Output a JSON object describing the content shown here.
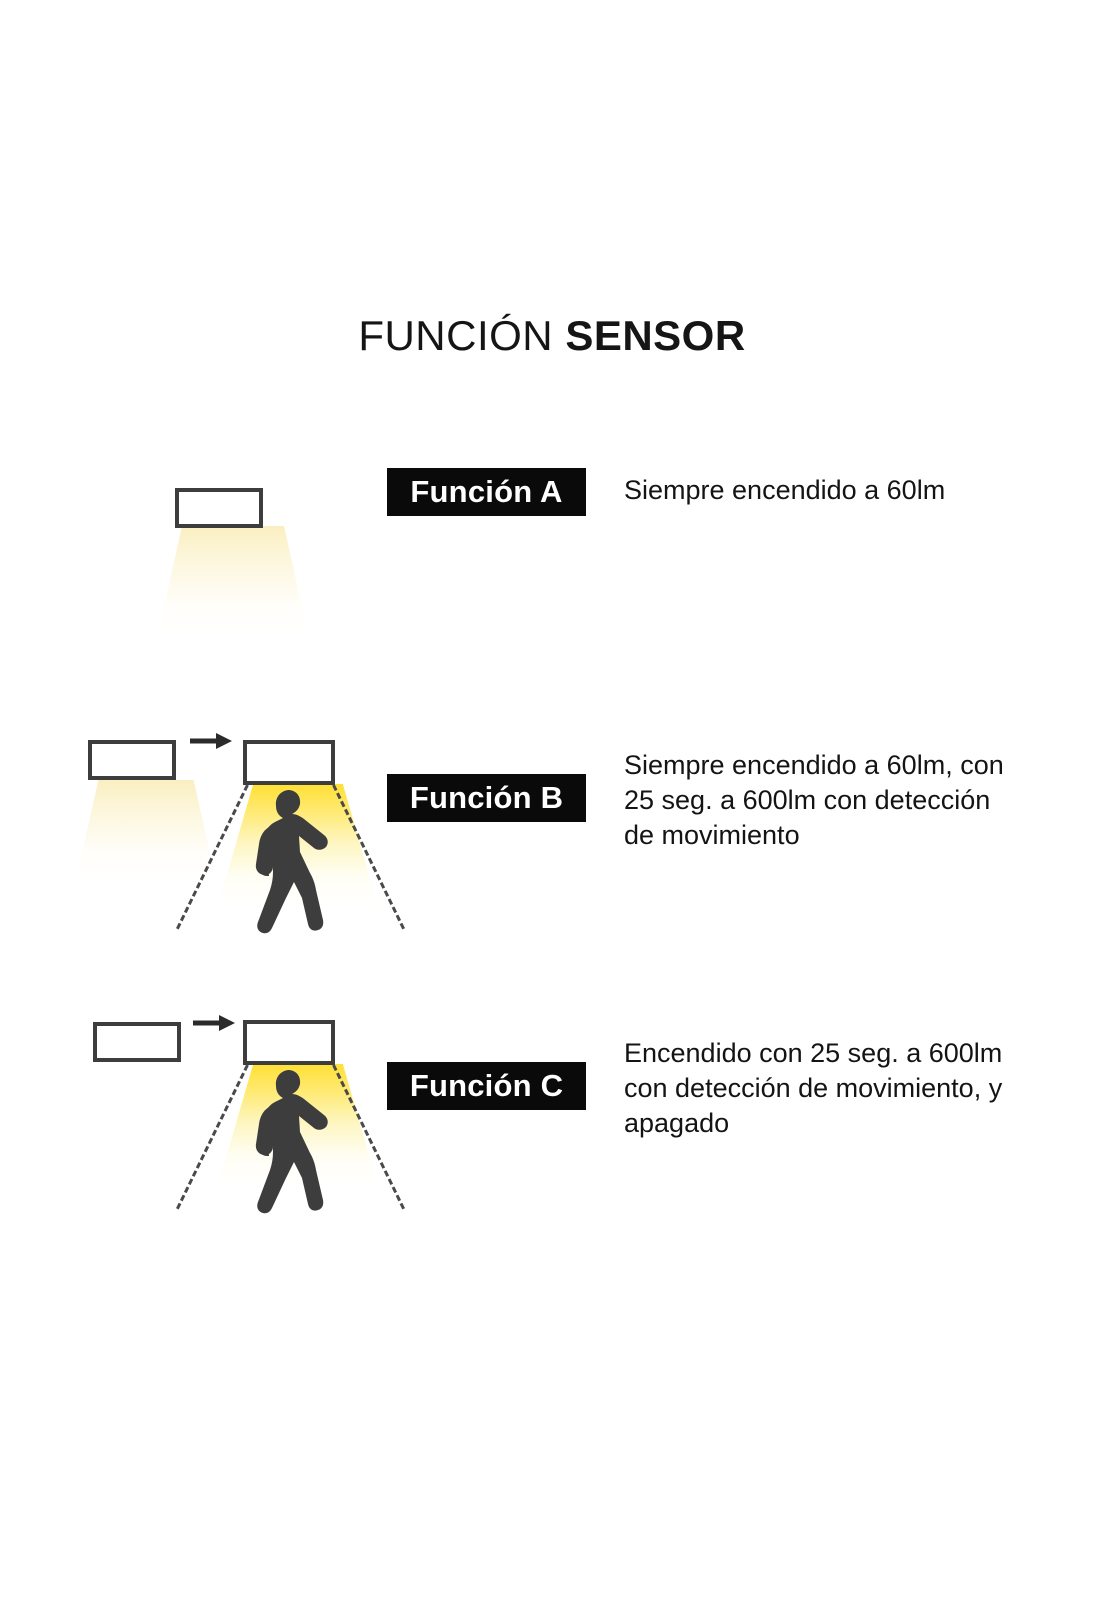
{
  "title": {
    "light_part": "FUNCIÓN ",
    "bold_part": "SENSOR"
  },
  "colors": {
    "background": "#ffffff",
    "text": "#141414",
    "badge_background": "#0a0a0a",
    "badge_text": "#ffffff",
    "lamp_outline": "#3d3d3d",
    "silhouette": "#3d3d3d",
    "beam_dashed": "#4a4a4a",
    "light_bright": "#ffdf31",
    "light_dim": "#faeebe"
  },
  "rows": [
    {
      "id": "a",
      "badge_label": "Función A",
      "description": "Siempre encendido a 60lm",
      "lamps": [
        {
          "state": "dim",
          "has_cone": true
        }
      ],
      "has_arrow": false,
      "has_person": false
    },
    {
      "id": "b",
      "badge_label": "Función B",
      "description": "Siempre encendido a 60lm, con 25 seg. a 600lm con detección de movimiento",
      "lamps": [
        {
          "state": "dim",
          "has_cone": true
        },
        {
          "state": "bright",
          "has_cone": true
        }
      ],
      "has_arrow": true,
      "has_person": true
    },
    {
      "id": "c",
      "badge_label": "Función C",
      "description": "Encendido con 25 seg. a 600lm con detección de movimiento, y apagado",
      "lamps": [
        {
          "state": "off",
          "has_cone": false
        },
        {
          "state": "bright",
          "has_cone": true
        }
      ],
      "has_arrow": true,
      "has_person": true
    }
  ]
}
